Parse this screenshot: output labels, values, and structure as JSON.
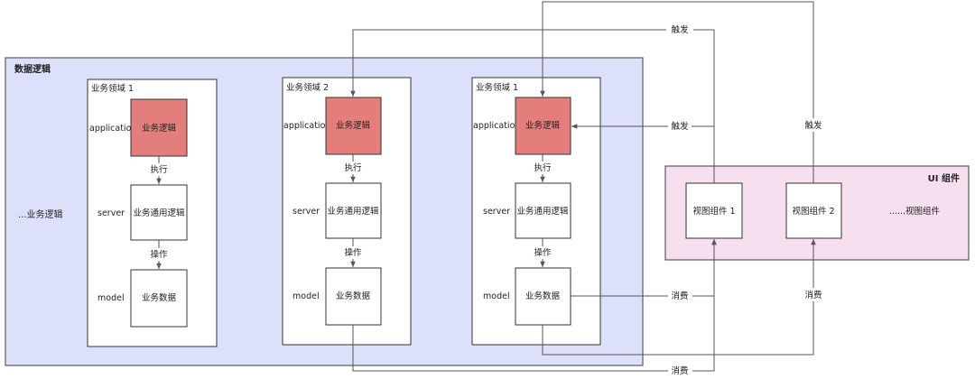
{
  "data_layer": {
    "title": "数据逻辑",
    "ellipsis_label": "...业务逻辑",
    "fill": "#dde0fb",
    "stroke": "#5a5a5a"
  },
  "ui_layer": {
    "title": "UI 组件",
    "fill": "#f6dfee",
    "stroke": "#5a5a5a",
    "components": [
      "视图组件 1",
      "视图组件 2"
    ],
    "ellipsis_label": "......视图组件"
  },
  "domains": [
    {
      "title": "业务领域 1",
      "layers": [
        {
          "label": "application",
          "box": "业务逻辑"
        },
        {
          "label": "server",
          "box": "业务通用逻辑"
        },
        {
          "label": "model",
          "box": "业务数据"
        }
      ],
      "edges": [
        "执行",
        "操作"
      ]
    },
    {
      "title": "业务领域 2",
      "layers": [
        {
          "label": "application",
          "box": "业务逻辑"
        },
        {
          "label": "server",
          "box": "业务通用逻辑"
        },
        {
          "label": "model",
          "box": "业务数据"
        }
      ],
      "edges": [
        "执行",
        "操作"
      ]
    },
    {
      "title": "业务领域 1",
      "layers": [
        {
          "label": "application",
          "box": "业务逻辑"
        },
        {
          "label": "server",
          "box": "业务通用逻辑"
        },
        {
          "label": "model",
          "box": "业务数据"
        }
      ],
      "edges": [
        "执行",
        "操作"
      ]
    }
  ],
  "connectors": {
    "trigger_top": "触发",
    "trigger_middle": "触发",
    "trigger_right": "触发",
    "consume_middle": "消费",
    "consume_right": "消费",
    "consume_bottom": "消费"
  },
  "colors": {
    "logic_box": "#e47e7c",
    "plain_box": "#ffffff",
    "line": "#555555"
  }
}
